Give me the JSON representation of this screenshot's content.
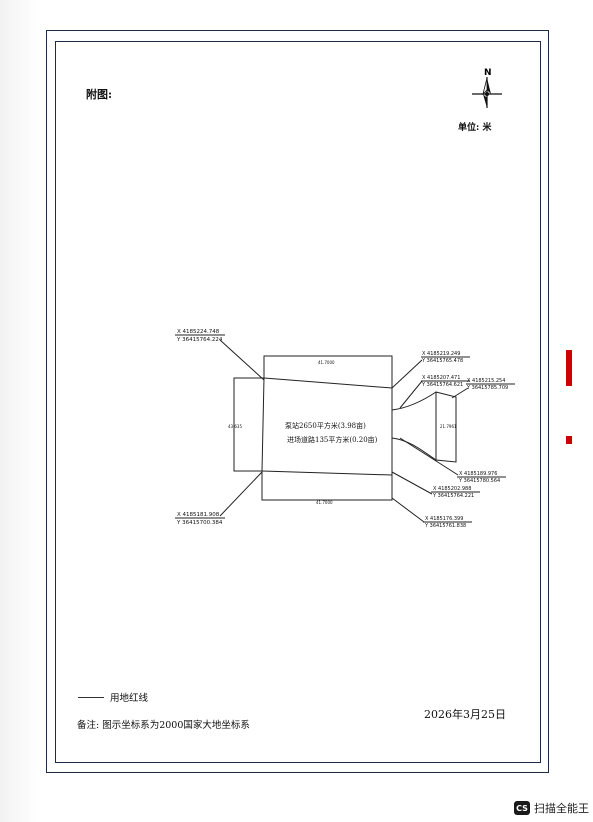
{
  "title": "附图:",
  "north_label": "N",
  "unit": "单位: 米",
  "dims": {
    "top": "41.7000",
    "bottom": "41.7000",
    "left": "43.635",
    "right": "21.7961"
  },
  "area_labels": {
    "pump": "泵站2650平方米(3.98亩)",
    "road": "进场道路135平方米(0.20亩)"
  },
  "coords": [
    {
      "x": "X  4185224.748",
      "y": "Y  36415764.224"
    },
    {
      "x": "X  4185219.249",
      "y": "Y  36415765.478"
    },
    {
      "x": "X  4185207.471",
      "y": "Y  36415764.621"
    },
    {
      "x": "X  4185215.254",
      "y": "Y  36415785.709"
    },
    {
      "x": "X  4185189.976",
      "y": "Y  36415780.564"
    },
    {
      "x": "X  4185202.988",
      "y": "Y  36415764.221"
    },
    {
      "x": "X  4185176.399",
      "y": "Y  36415761.838"
    },
    {
      "x": "X  4185181.908",
      "y": "Y  36415700.384"
    }
  ],
  "legend": "用地红线",
  "note": "备注: 图示坐标系为2000国家大地坐标系",
  "date": "2026年3月25日",
  "watermark": "扫描全能王",
  "watermark_badge": "CS"
}
